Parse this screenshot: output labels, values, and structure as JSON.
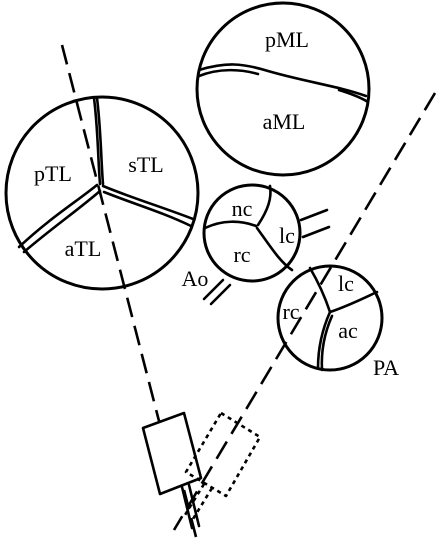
{
  "tricuspid_valve": {
    "posterior": "pTL",
    "septal": "sTL",
    "anterior": "aTL"
  },
  "mitral_valve": {
    "posterior": "pML",
    "anterior": "aML"
  },
  "aortic_valve": {
    "name": "Ao",
    "noncoronary": "nc",
    "left_coronary": "lc",
    "right_coronary": "rc"
  },
  "pulmonary_valve": {
    "name": "PA",
    "left": "lc",
    "right": "rc",
    "anterior": "ac"
  }
}
